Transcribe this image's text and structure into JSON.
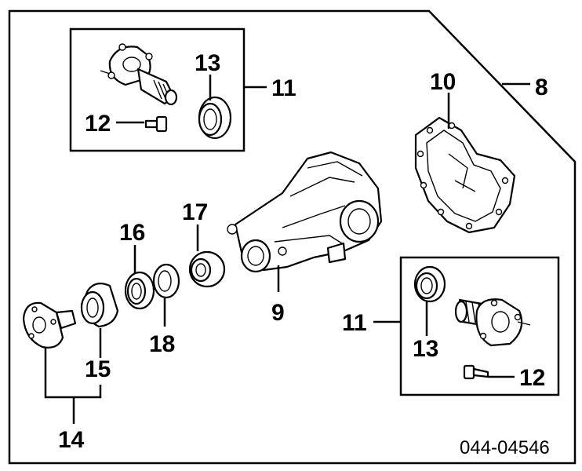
{
  "diagram": {
    "callouts": {
      "c8": "8",
      "c9": "9",
      "c10": "10",
      "c11_top": "11",
      "c11_bottom": "11",
      "c12_top": "12",
      "c12_bottom": "12",
      "c13_top": "13",
      "c13_bottom": "13",
      "c14": "14",
      "c15": "15",
      "c16": "16",
      "c17": "17",
      "c18": "18"
    },
    "drawing_code": "044-04546"
  }
}
